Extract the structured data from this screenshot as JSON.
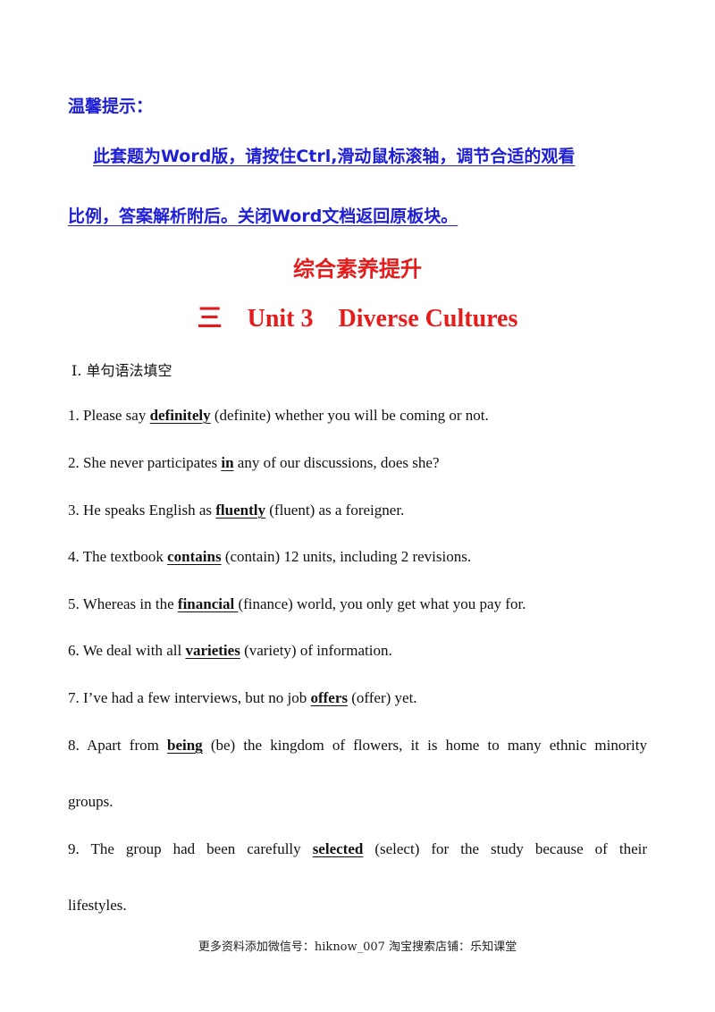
{
  "notice": {
    "title": "温馨提示：",
    "line1": "此套题为Word版，请按住Ctrl,滑动鼠标滚轴，调节合适的观看",
    "line2": "比例，答案解析附后。关闭Word文档返回原板块。"
  },
  "heading": {
    "main": "综合素养提升",
    "unit": "三    Unit 3    Diverse Cultures"
  },
  "section": {
    "title": "Ⅰ. 单句语法填空"
  },
  "items": [
    {
      "before": "1. Please say ",
      "answer": "definitely",
      "after": " (definite) whether you will be coming or not."
    },
    {
      "before": "2. She never participates ",
      "answer": "in",
      "after": " any of our discussions, does she?"
    },
    {
      "before": "3. He speaks English as ",
      "answer": "fluently",
      "after": " (fluent) as a foreigner."
    },
    {
      "before": "4. The textbook ",
      "answer": "contains",
      "after": " (contain) 12 units, including 2 revisions."
    },
    {
      "before": "5. Whereas in the ",
      "answer": "financial ",
      "after": "(finance) world, you only get what you pay for."
    },
    {
      "before": "6. We deal with all ",
      "answer": "varieties",
      "after": " (variety) of information."
    },
    {
      "before": "7. I’ve had a few interviews, but no job ",
      "answer": "offers",
      "after": " (offer) yet."
    },
    {
      "before": "8. Apart from ",
      "answer": "being",
      "after": " (be) the kingdom of flowers, it is home to many ethnic minority",
      "continuation": "groups."
    },
    {
      "before": "9. The group had been carefully ",
      "answer": "selected",
      "after": " (select) for the study because of their",
      "continuation": "lifestyles."
    }
  ],
  "footer": {
    "text": "更多资料添加微信号：hiknow_007 淘宝搜索店铺：乐知课堂"
  }
}
